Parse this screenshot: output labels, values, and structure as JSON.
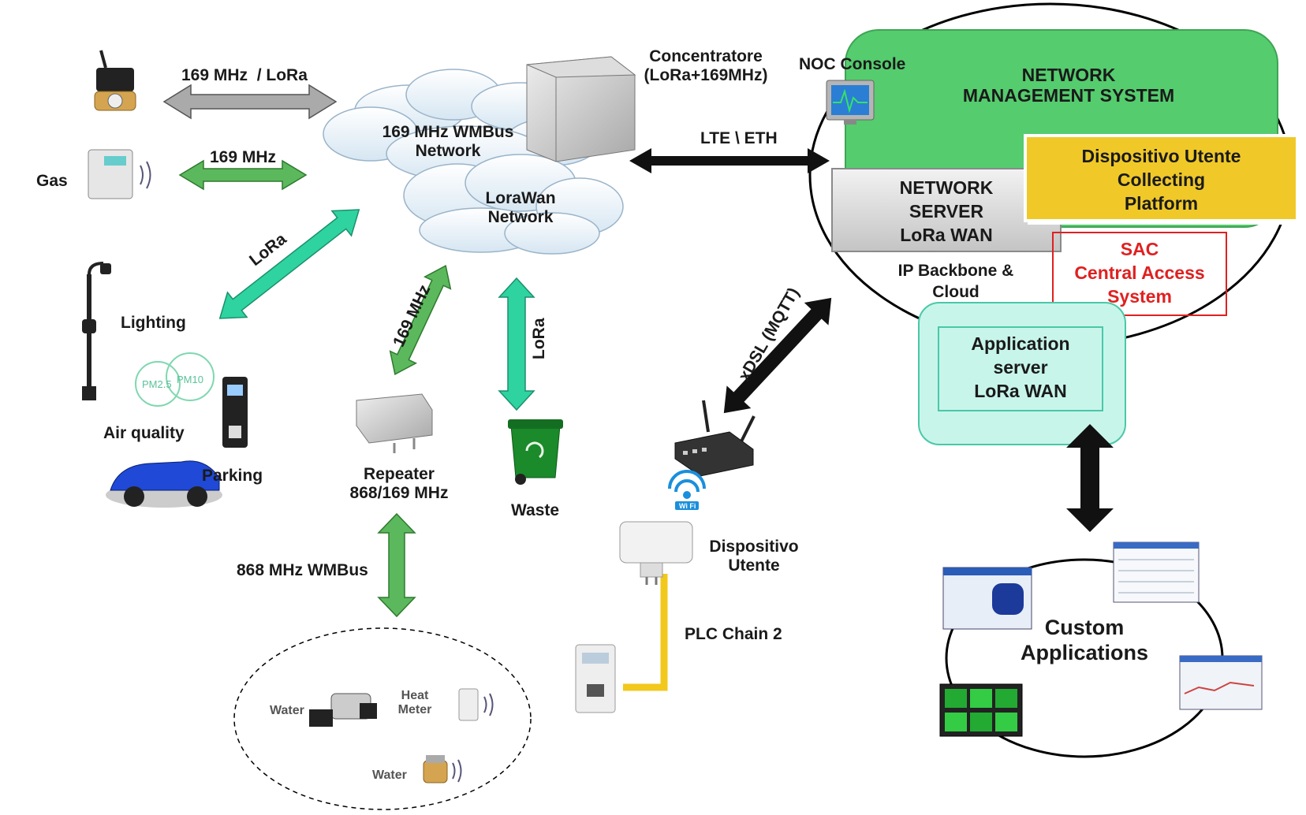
{
  "links": {
    "meter_link": "169 MHz  / LoRa",
    "gas_link": "169 MHz",
    "lora_left": "LoRa",
    "mhz169_diag": "169 MHz",
    "lora_vertical": "LoRa",
    "lte_eth": "LTE \\ ETH",
    "xdsl": "xDSL (MQTT)",
    "wmbus868": "868 MHz WMBus",
    "plc": "PLC Chain 2"
  },
  "devices": {
    "gas": "Gas",
    "lighting": "Lighting",
    "air_quality": "Air quality",
    "parking": "Parking",
    "repeater": [
      "Repeater",
      "868/169 MHz"
    ],
    "waste": "Waste",
    "dispositivo": [
      "Dispositivo",
      "Utente"
    ],
    "concentratore": [
      "Concentratore",
      "(LoRa+169MHz)"
    ],
    "noc": "NOC Console",
    "pm25": "PM2.5",
    "pm10": "PM10",
    "wifi": "Wi Fi"
  },
  "clouds": {
    "wmbus": [
      "169 MHz WMBus",
      "Network"
    ],
    "lorawan": [
      "LoraWan",
      "Network"
    ]
  },
  "ellipse_meters": {
    "water1": "Water",
    "heat": [
      "Heat",
      "Meter"
    ],
    "water2": "Water"
  },
  "system": {
    "nms": [
      "NETWORK",
      "MANAGEMENT SYSTEM"
    ],
    "collecting": [
      "Dispositivo Utente",
      "Collecting",
      "Platform"
    ],
    "network_server": [
      "NETWORK",
      "SERVER",
      "LoRa WAN"
    ],
    "ip_backbone": [
      "IP Backbone &",
      "Cloud"
    ],
    "sac": [
      "SAC",
      "Central Access",
      "System"
    ],
    "app_server": [
      "Application",
      "server",
      "LoRa WAN"
    ]
  },
  "custom_apps": [
    "Custom",
    "Applications"
  ],
  "colors": {
    "green_arrow": "#5cb85c",
    "teal_arrow": "#2ed3a0",
    "nms_green": "#55cc6e",
    "collecting_yellow": "#f0c929",
    "sac_red": "#e02020",
    "app_server_bg": "#c8f5ea",
    "plc_yellow": "#f2c81c"
  }
}
